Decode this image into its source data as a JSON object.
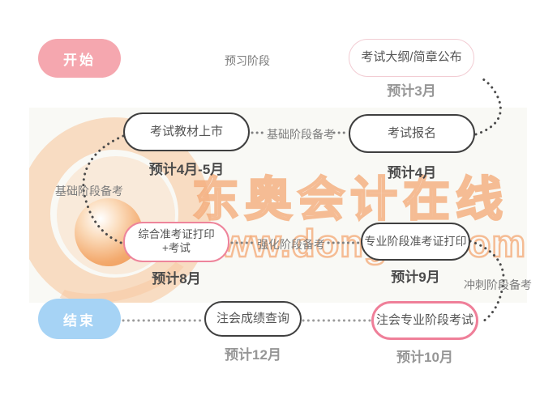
{
  "flow": {
    "start": {
      "label": "开始"
    },
    "preview_stage_label": "预习阶段",
    "outline_publish": {
      "label": "考试大纲/简章公布",
      "eta": "预计3月"
    },
    "textbook_release": {
      "label": "考试教材上市",
      "eta": "预计4月-5月"
    },
    "basic_prep_top_label": "基础阶段备考",
    "exam_registration": {
      "label": "考试报名",
      "eta": "预计4月"
    },
    "basic_prep_left_label": "基础阶段备考",
    "comprehensive_exam": {
      "line1": "综合准考证打印",
      "line2": "+考试",
      "eta": "预计8月"
    },
    "intensive_prep_label": "强化阶段备考",
    "professional_ticket_print": {
      "label": "专业阶段准考证打印",
      "eta": "预计9月"
    },
    "sprint_prep_label": "冲刺阶段备考",
    "end": {
      "label": "结束"
    },
    "score_inquiry": {
      "label": "注会成绩查询",
      "eta": "预计12月"
    },
    "professional_exam": {
      "label": "注会专业阶段考试",
      "eta": "预计10月"
    }
  },
  "watermark": {
    "brand": "东奥会计在线",
    "url": "www.dongao.com"
  },
  "colors": {
    "start_pill": "#f5a7af",
    "end_pill": "#a6d3f5",
    "pink_border": "#ee849b",
    "dark_border": "#3f3f3f",
    "faint_pink_border": "#f2ccd3",
    "watermark_orange": "#f2a36e",
    "panel_background": "#f9f9f5",
    "eta_dark": "#4a4a4a",
    "eta_gray": "#969696"
  }
}
